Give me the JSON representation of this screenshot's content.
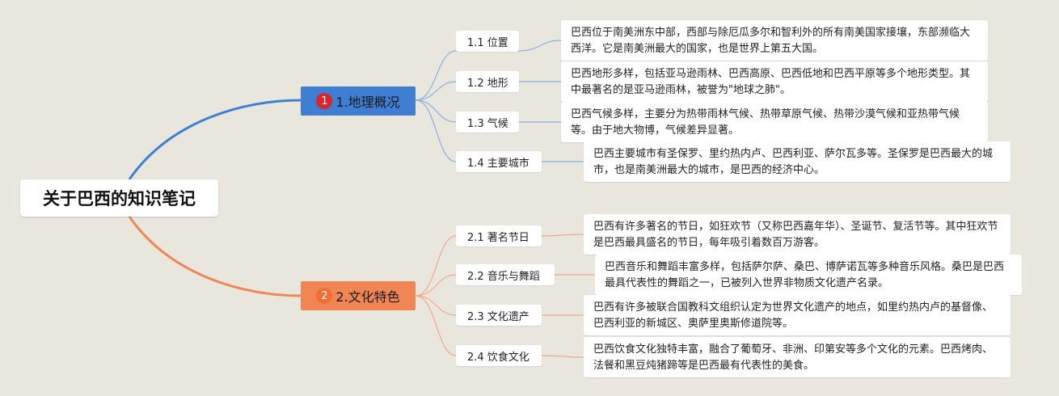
{
  "root": {
    "title": "关于巴西的知识笔记"
  },
  "branches": [
    {
      "number": "1",
      "label": "1.地理概况",
      "color": "#3f7fd3",
      "children": [
        {
          "label": "1.1 位置",
          "note": "巴西位于南美洲东中部，西部与除厄瓜多尔和智利外的所有南美国家接壤，东部濒临大西洋。它是南美洲最大的国家，也是世界上第五大国。"
        },
        {
          "label": "1.2 地形",
          "note": "巴西地形多样，包括亚马逊雨林、巴西高原、巴西低地和巴西平原等多个地形类型。其中最著名的是亚马逊雨林，被誉为\"地球之肺\"。"
        },
        {
          "label": "1.3 气候",
          "note": "巴西气候多样，主要分为热带雨林气候、热带草原气候、热带沙漠气候和亚热带气候等。由于地大物博，气候差异显著。"
        },
        {
          "label": "1.4 主要城市",
          "note": "巴西主要城市有圣保罗、里约热内卢、巴西利亚、萨尔瓦多等。圣保罗是巴西最大的城市，也是南美洲最大的城市，是巴西的经济中心。"
        }
      ]
    },
    {
      "number": "2",
      "label": "2.文化特色",
      "color": "#ef8653",
      "children": [
        {
          "label": "2.1 著名节日",
          "note": "巴西有许多著名的节日，如狂欢节（又称巴西嘉年华）、圣诞节、复活节等。其中狂欢节是巴西最具盛名的节日，每年吸引着数百万游客。"
        },
        {
          "label": "2.2 音乐与舞蹈",
          "note": "巴西音乐和舞蹈丰富多样，包括萨尔萨、桑巴、博萨诺瓦等多种音乐风格。桑巴是巴西最具代表性的舞蹈之一，已被列入世界非物质文化遗产名录。"
        },
        {
          "label": "2.3 文化遗产",
          "note": "巴西有许多被联合国教科文组织认定为世界文化遗产的地点，如里约热内卢的基督像、巴西利亚的新城区、奥萨里奥斯修道院等。"
        },
        {
          "label": "2.4 饮食文化",
          "note": "巴西饮食文化独特丰富，融合了葡萄牙、非洲、印第安等多个文化的元素。巴西烤肉、法餐和黑豆炖猪蹄等是巴西最有代表性的美食。"
        }
      ]
    }
  ]
}
